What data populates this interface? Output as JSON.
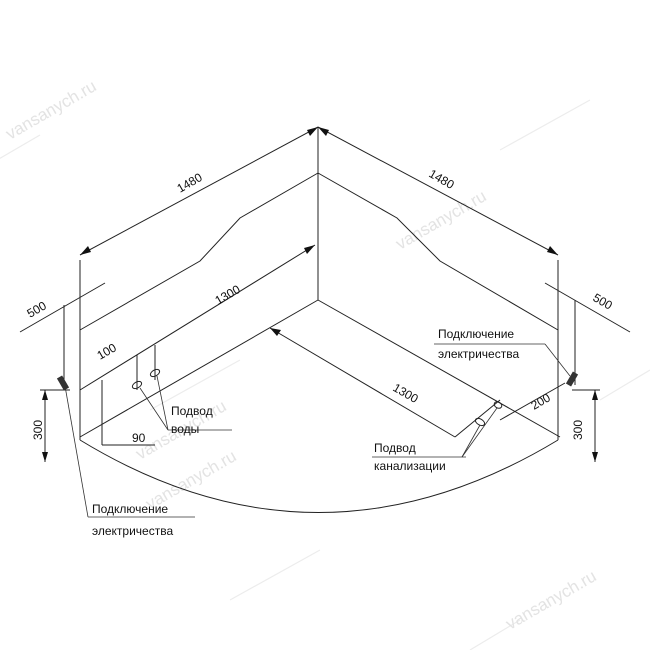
{
  "watermark": "vansanych.ru",
  "dimensions": {
    "outer_left": "1480",
    "outer_right": "1480",
    "inner_left": "1300",
    "inner_right": "1300",
    "height_left": "500",
    "height_right": "500",
    "elec_height_left": "300",
    "elec_height_right": "300",
    "water_offset": "100",
    "water_side": "90",
    "drain_offset": "200"
  },
  "labels": {
    "elec_right_line1": "Подключение",
    "elec_right_line2": "электричества",
    "water_line1": "Подвод",
    "water_line2": "воды",
    "drain_line1": "Подвод",
    "drain_line2": "канализации",
    "elec_left_line1": "Подключение",
    "elec_left_line2": "электричества"
  }
}
